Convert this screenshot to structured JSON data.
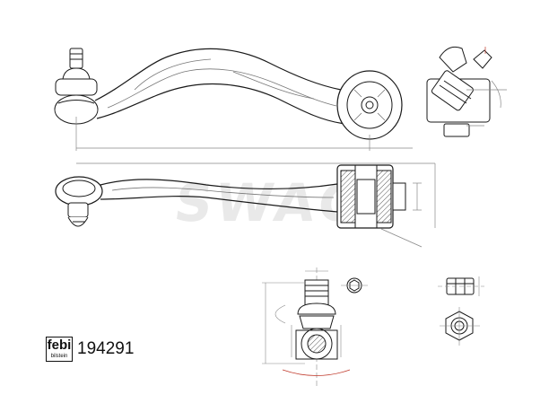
{
  "brand": {
    "logo_text": "febi",
    "logo_subtext": "bilstein",
    "watermark": "SWAG"
  },
  "part_number": "194291",
  "colors": {
    "line": "#1a1a1a",
    "dimension": "#c0392b",
    "shading": "#9a9a9a",
    "watermark": "#e9e9e9"
  }
}
